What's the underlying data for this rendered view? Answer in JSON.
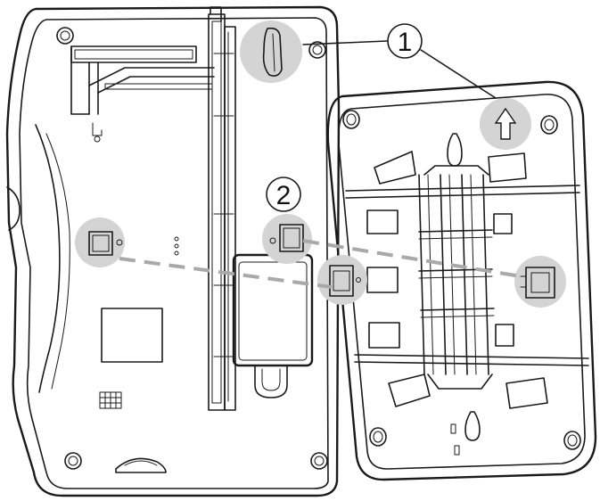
{
  "callouts": [
    {
      "id": "1",
      "label": "1"
    },
    {
      "id": "2",
      "label": "2"
    }
  ],
  "colors": {
    "outline": "#1a1a1a",
    "highlight": "#d4d4d4",
    "guide_dash": "#a9a9a9",
    "background": "#ffffff"
  },
  "icons": [
    "arrow-up-icon",
    "hook-icon",
    "screw-hole-icon",
    "keyhole-icon"
  ]
}
